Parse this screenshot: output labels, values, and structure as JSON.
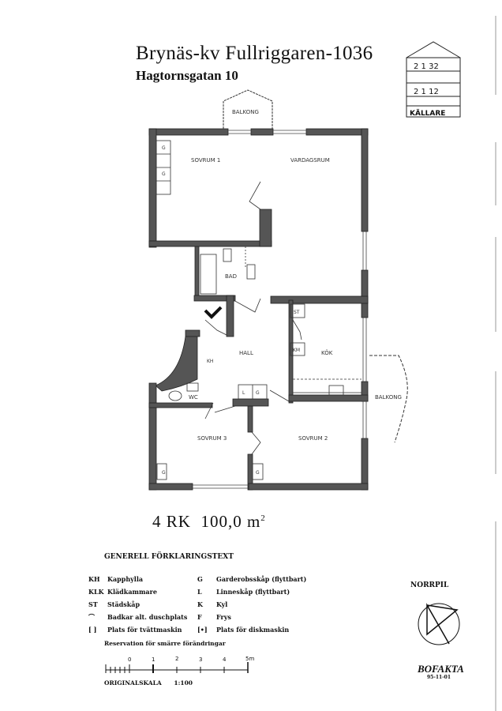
{
  "header": {
    "title": "Brynäs-kv Fullriggaren-1036",
    "subtitle": "Hagtornsgatan 10"
  },
  "building_section": {
    "floors": [
      "2 1 32",
      "2 1 12"
    ],
    "basement": "KÄLLARE"
  },
  "plan": {
    "rooms": {
      "sovrum1": "SOVRUM 1",
      "vardagsrum": "VARDAGSRUM",
      "bad": "BAD",
      "hall": "HALL",
      "kok": "KÖK",
      "wc": "WC",
      "sovrum3": "SOVRUM 3",
      "sovrum2": "SOVRUM 2",
      "balkong_top": "BALKONG",
      "balkong_right": "BALKONG"
    },
    "fixtures": {
      "g1": "G",
      "g2": "G",
      "g3": "G",
      "g4": "G",
      "st": "ST",
      "km": "KM",
      "kh": "KH",
      "l": "L",
      "g5": "G"
    }
  },
  "summary": {
    "rooms_type": "4 RK",
    "area": "100,0 m",
    "area_sup": "2"
  },
  "legend": {
    "title": "GENERELL FÖRKLARINGSTEXT",
    "items": [
      {
        "code": "KH",
        "label": "Kapphylla"
      },
      {
        "code": "KLK",
        "label": "Klädkammare"
      },
      {
        "code": "ST",
        "label": "Städskåp"
      },
      {
        "code": "⌒",
        "label": "Badkar alt. duschplats"
      },
      {
        "code": "[ ]",
        "label": "Plats för tvättmaskin"
      },
      {
        "code": "G",
        "label": "Garderobsskåp (flyttbart)"
      },
      {
        "code": "L",
        "label": "Linneskåp (flyttbart)"
      },
      {
        "code": "K",
        "label": "Kyl"
      },
      {
        "code": "F",
        "label": "Frys"
      },
      {
        "code": "[•]",
        "label": "Plats för diskmaskin"
      }
    ],
    "reservation": "Reservation för smärre förändringar"
  },
  "scale": {
    "ticks": [
      "0",
      "1",
      "2",
      "3",
      "4",
      "5m"
    ],
    "label": "ORIGINALSKALA",
    "ratio": "1:100"
  },
  "north_arrow": {
    "label": "NORRPIL"
  },
  "brand": {
    "name": "BOFAKTA",
    "date": "95-11-01"
  },
  "colors": {
    "wall": "#555555",
    "line": "#222222"
  }
}
